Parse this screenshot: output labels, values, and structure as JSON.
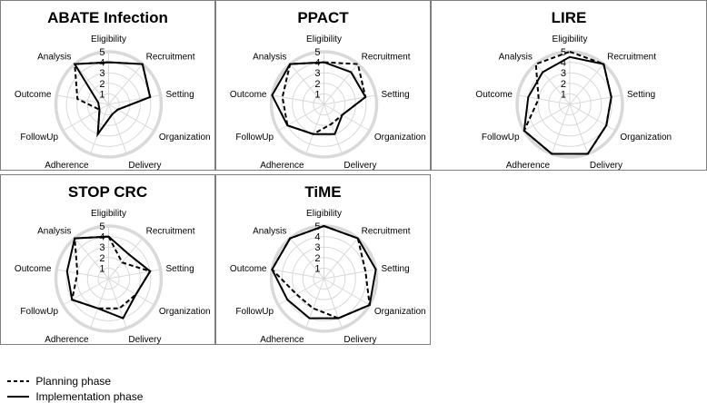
{
  "chart_data": [
    {
      "type": "radar",
      "title": "ABATE Infection",
      "axes": [
        "Eligibility",
        "Recruitment",
        "Setting",
        "Organization",
        "Delivery",
        "Adherence",
        "FollowUp",
        "Outcome",
        "Analysis"
      ],
      "rlim": [
        0,
        5
      ],
      "ticks": [
        "1",
        "2",
        "3",
        "4",
        "5"
      ],
      "series": [
        {
          "name": "Planning phase",
          "dash": true,
          "values": [
            4,
            5,
            4,
            1,
            1,
            3,
            1,
            3,
            5
          ]
        },
        {
          "name": "Implementation phase",
          "dash": false,
          "values": [
            4,
            5,
            4,
            1,
            1,
            3,
            1,
            1,
            5
          ]
        }
      ]
    },
    {
      "type": "radar",
      "title": "PPACT",
      "axes": [
        "Eligibility",
        "Recruitment",
        "Setting",
        "Organization",
        "Delivery",
        "Adherence",
        "FollowUp",
        "Outcome",
        "Analysis"
      ],
      "rlim": [
        0,
        5
      ],
      "ticks": [
        "1",
        "2",
        "3",
        "4",
        "5"
      ],
      "series": [
        {
          "name": "Planning phase",
          "dash": true,
          "values": [
            4,
            5,
            4,
            2,
            2,
            3,
            4,
            4,
            5
          ]
        },
        {
          "name": "Implementation phase",
          "dash": false,
          "values": [
            4,
            4,
            4,
            2,
            3,
            3,
            4,
            5,
            5
          ]
        }
      ]
    },
    {
      "type": "radar",
      "title": "LIRE",
      "axes": [
        "Eligibility",
        "Recruitment",
        "Setting",
        "Organization",
        "Delivery",
        "Adherence",
        "FollowUp",
        "Outcome",
        "Analysis"
      ],
      "rlim": [
        0,
        5
      ],
      "ticks": [
        "1",
        "2",
        "3",
        "4",
        "5"
      ],
      "series": [
        {
          "name": "Planning phase",
          "dash": true,
          "values": [
            5,
            5,
            4,
            4,
            5,
            5,
            5,
            3,
            5
          ]
        },
        {
          "name": "Implementation phase",
          "dash": false,
          "values": [
            4.5,
            5,
            4,
            4,
            5,
            5,
            5,
            4,
            4
          ]
        }
      ]
    },
    {
      "type": "radar",
      "title": "STOP CRC",
      "axes": [
        "Eligibility",
        "Recruitment",
        "Setting",
        "Organization",
        "Delivery",
        "Adherence",
        "FollowUp",
        "Outcome",
        "Analysis"
      ],
      "rlim": [
        0,
        5
      ],
      "ticks": [
        "1",
        "2",
        "3",
        "4",
        "5"
      ],
      "series": [
        {
          "name": "Planning phase",
          "dash": true,
          "values": [
            4,
            2,
            4,
            3,
            3,
            3,
            4,
            3,
            5
          ]
        },
        {
          "name": "Implementation phase",
          "dash": false,
          "values": [
            4,
            3,
            4,
            3,
            4,
            3,
            4,
            4,
            5
          ]
        }
      ]
    },
    {
      "type": "radar",
      "title": "TiME",
      "axes": [
        "Eligibility",
        "Recruitment",
        "Setting",
        "Organization",
        "Delivery",
        "Adherence",
        "FollowUp",
        "Outcome",
        "Analysis"
      ],
      "rlim": [
        0,
        5
      ],
      "ticks": [
        "1",
        "2",
        "3",
        "4",
        "5"
      ],
      "series": [
        {
          "name": "Planning phase",
          "dash": true,
          "values": [
            5,
            5,
            4,
            5,
            4,
            3,
            3,
            5,
            5
          ]
        },
        {
          "name": "Implementation phase",
          "dash": false,
          "values": [
            5,
            5,
            5,
            5,
            4,
            4,
            4,
            5,
            5
          ]
        }
      ]
    }
  ],
  "legend": {
    "planning": "Planning phase",
    "implementation": "Implementation phase"
  }
}
